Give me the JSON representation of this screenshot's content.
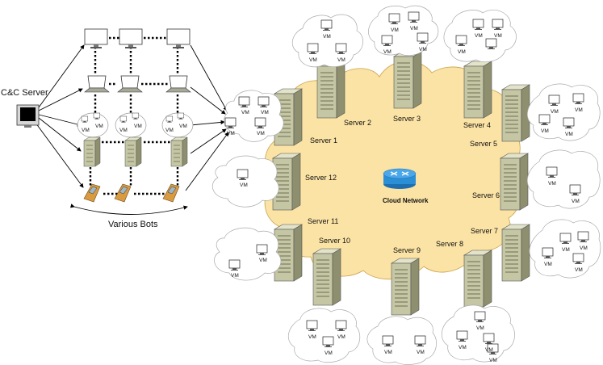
{
  "labels": {
    "cnc_server": "C&C Server",
    "various_bots": "Various Bots",
    "cloud_network": "Cloud Network",
    "vm": "VM"
  },
  "colors": {
    "cloud_fill": "#fbe3a5",
    "cloud_stroke": "#c9a24a",
    "server_body": "#c5c6a4",
    "server_dark": "#8e8f6e",
    "router": "#2b8fd6"
  },
  "servers": [
    {
      "id": 1,
      "label": "Server 1"
    },
    {
      "id": 2,
      "label": "Server 2"
    },
    {
      "id": 3,
      "label": "Server 3"
    },
    {
      "id": 4,
      "label": "Server 4"
    },
    {
      "id": 5,
      "label": "Server 5"
    },
    {
      "id": 6,
      "label": "Server 6"
    },
    {
      "id": 7,
      "label": "Server 7"
    },
    {
      "id": 8,
      "label": "Server 8"
    },
    {
      "id": 9,
      "label": "Server 9"
    },
    {
      "id": 10,
      "label": "Server 10"
    },
    {
      "id": 11,
      "label": "Server 11"
    },
    {
      "id": 12,
      "label": "Server 12"
    }
  ]
}
